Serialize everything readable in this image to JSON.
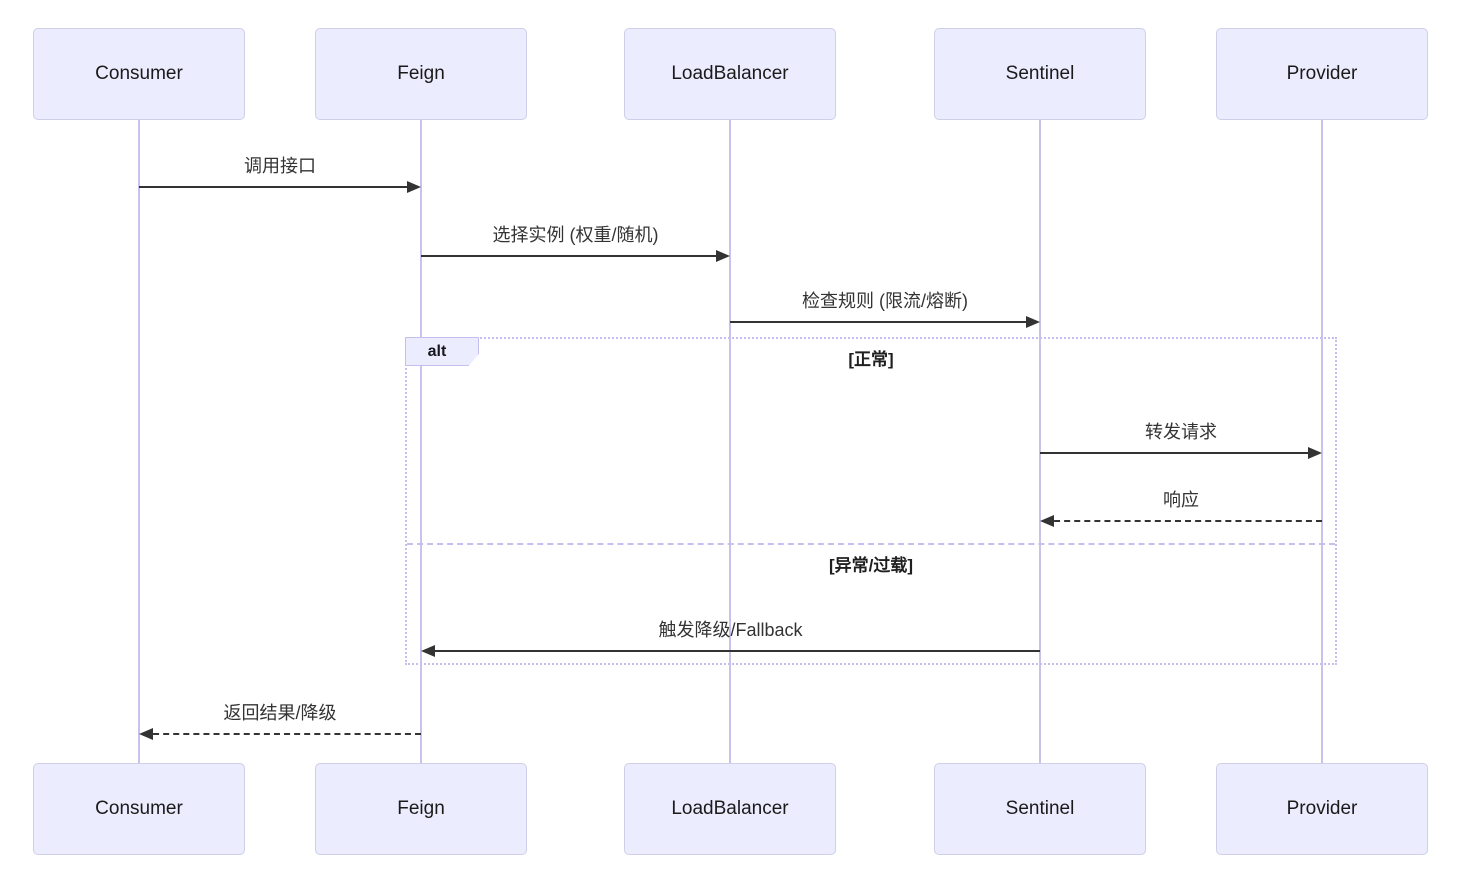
{
  "diagram": {
    "type": "sequence",
    "participants": [
      {
        "id": "Consumer",
        "label": "Consumer"
      },
      {
        "id": "Feign",
        "label": "Feign"
      },
      {
        "id": "LoadBalancer",
        "label": "LoadBalancer"
      },
      {
        "id": "Sentinel",
        "label": "Sentinel"
      },
      {
        "id": "Provider",
        "label": "Provider"
      }
    ],
    "messages": [
      {
        "from": "Consumer",
        "to": "Feign",
        "label": "调用接口",
        "line": "solid"
      },
      {
        "from": "Feign",
        "to": "LoadBalancer",
        "label": "选择实例 (权重/随机)",
        "line": "solid"
      },
      {
        "from": "LoadBalancer",
        "to": "Sentinel",
        "label": "检查规则 (限流/熔断)",
        "line": "solid"
      },
      {
        "from": "Sentinel",
        "to": "Provider",
        "label": "转发请求",
        "line": "solid"
      },
      {
        "from": "Provider",
        "to": "Sentinel",
        "label": "响应",
        "line": "dashed"
      },
      {
        "from": "Sentinel",
        "to": "Feign",
        "label": "触发降级/Fallback",
        "line": "solid"
      },
      {
        "from": "Feign",
        "to": "Consumer",
        "label": "返回结果/降级",
        "line": "dashed"
      }
    ],
    "alt_frame": {
      "operator": "alt",
      "sections": [
        {
          "condition": "[正常]"
        },
        {
          "condition": "[异常/过载]"
        }
      ]
    },
    "colors": {
      "background": "#FFFFFF",
      "actor_fill": "#ECECFF",
      "actor_border": "#CFCFE8",
      "lifeline": "#C9C2EA",
      "frame_border": "#C5BFEF",
      "text": "#333333",
      "arrow": "#333333"
    }
  }
}
